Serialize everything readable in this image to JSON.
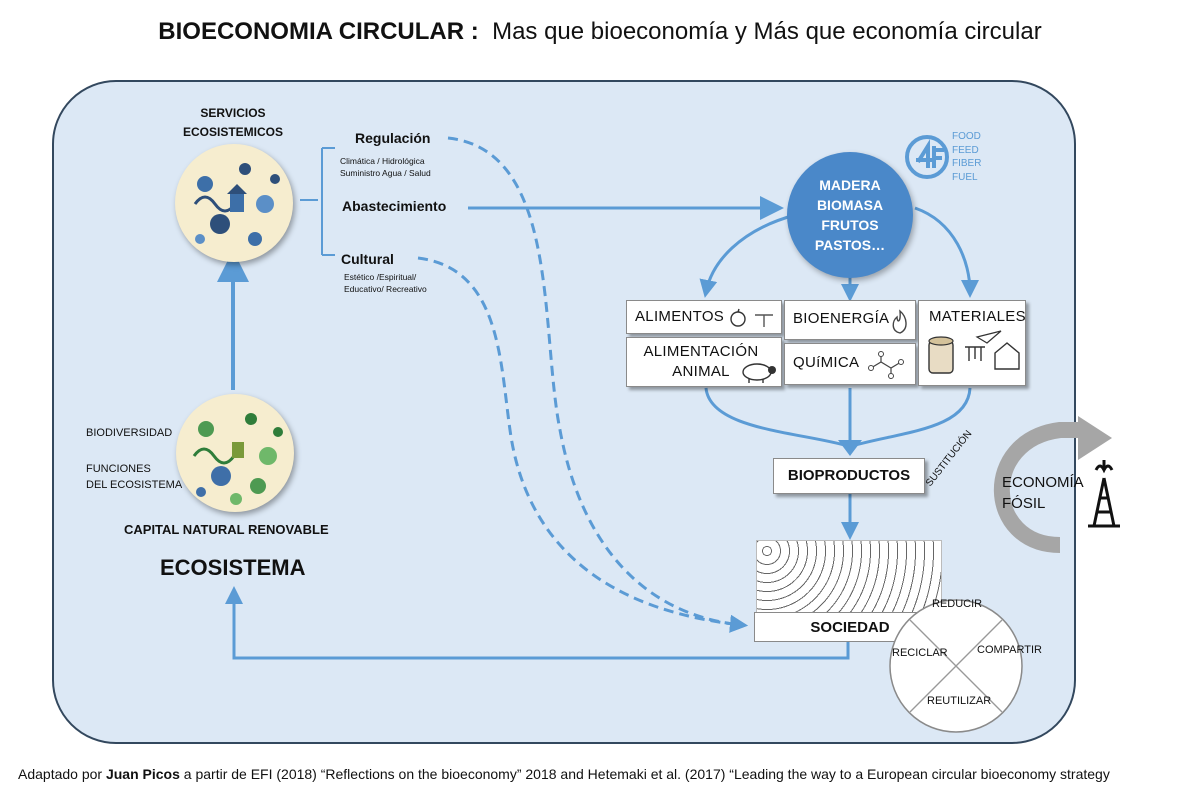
{
  "title": {
    "bold": "BIOECONOMIA  CIRCULAR :",
    "normal": "Mas que bioeconomía y Más que economía circular"
  },
  "ecosystem_services": {
    "line1": "SERVICIOS",
    "line2": "ECOSISTEMICOS",
    "regulacion": "Regulación",
    "regulacion_sub1": "Climática /  Hidrológica",
    "regulacion_sub2": "Suministro Agua  /  Salud",
    "abastecimiento": "Abastecimiento",
    "cultural": "Cultural",
    "cultural_sub1": "Estético /Espiritual/",
    "cultural_sub2": "Educativo/ Recreativo"
  },
  "natural_capital": {
    "biodiversidad": "BIODIVERSIDAD",
    "funciones1": "FUNCIONES",
    "funciones2": "DEL ECOSISTEMA",
    "capital": "CAPITAL NATURAL RENOVABLE",
    "ecosistema": "ECOSISTEMA"
  },
  "resources": {
    "line1": "MADERA",
    "line2": "BIOMASA",
    "line3": "FRUTOS",
    "line4": "PASTOS…",
    "fourf": [
      "FOOD",
      "FEED",
      "FIBER",
      "FUEL"
    ]
  },
  "products": {
    "alimentos": "ALIMENTOS",
    "alimentacion1": "ALIMENTACIÓN",
    "alimentacion2": "ANIMAL",
    "bioenergia": "BIOENERGÍA",
    "quimica": "QUíMICA",
    "materiales": "MATERIALES"
  },
  "bioproductos": "BIOPRODUCTOS",
  "sociedad": "SOCIEDAD",
  "circular": {
    "reducir": "REDUCIR",
    "compartir": "COMPARTIR",
    "reutilizar": "REUTILIZAR",
    "reciclar": "RECICLAR"
  },
  "fossil": {
    "sustitucion": "SUSTITUCIÓN",
    "line1": "ECONOMÍA",
    "line2": "FÓSIL"
  },
  "footer": {
    "pre": "Adaptado por ",
    "author": "Juan Picos",
    "post": " a partir de EFI (2018) “Reflections on the bioeconomy” 2018 and  Hetemaki et al. (2017) “Leading the way to a European circular bioeconomy strategy"
  },
  "colors": {
    "frame_fill": "#dce8f5",
    "arrow_blue": "#5b9bd5",
    "resource_circle": "#4a88c9",
    "fossil_arrow": "#a6a6a6"
  }
}
